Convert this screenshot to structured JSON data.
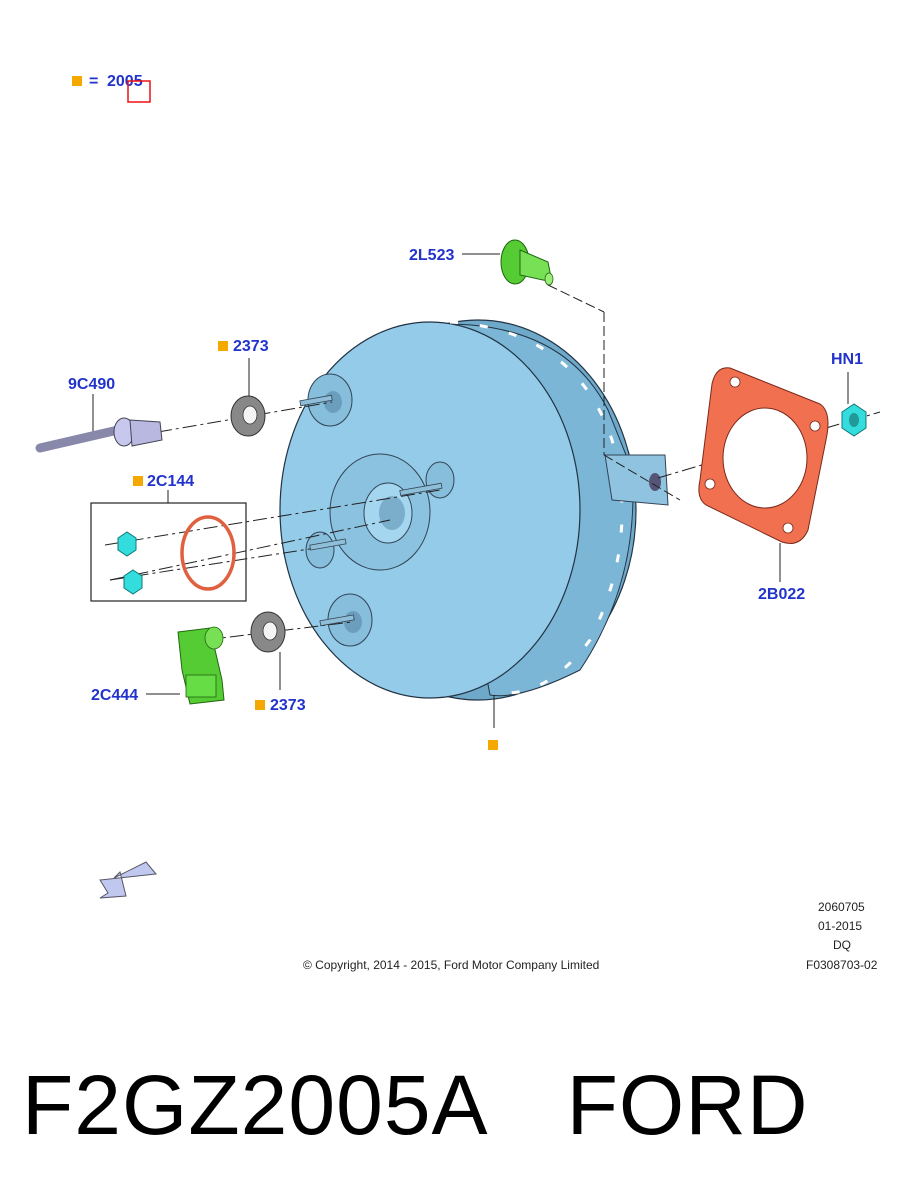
{
  "legend": {
    "equals": "=",
    "ref": "2005",
    "marker_color": "#f5a800"
  },
  "callouts": {
    "c2L523": "2L523",
    "c9C490": "9C490",
    "c2373_top": "2373",
    "cHN1": "HN1",
    "c2C144": "2C144",
    "c2B022": "2B022",
    "c2C444": "2C444",
    "c2373_bottom": "2373"
  },
  "footer": {
    "code": "2060705",
    "date": "01-2015",
    "suffix": "DQ",
    "figure": "F0308703-02",
    "copyright": "© Copyright, 2014 - 2015, Ford Motor Company Limited"
  },
  "caption": {
    "part_number": "F2GZ2005A",
    "brand": "FORD"
  },
  "colors": {
    "callout_text": "#2233cc",
    "booster_body": "#8cc6e6",
    "gasket": "#f07050",
    "green_part": "#66dd44",
    "cyan_nut": "#33dddd",
    "washer": "#777777",
    "highlight_box": "#ee1111"
  }
}
